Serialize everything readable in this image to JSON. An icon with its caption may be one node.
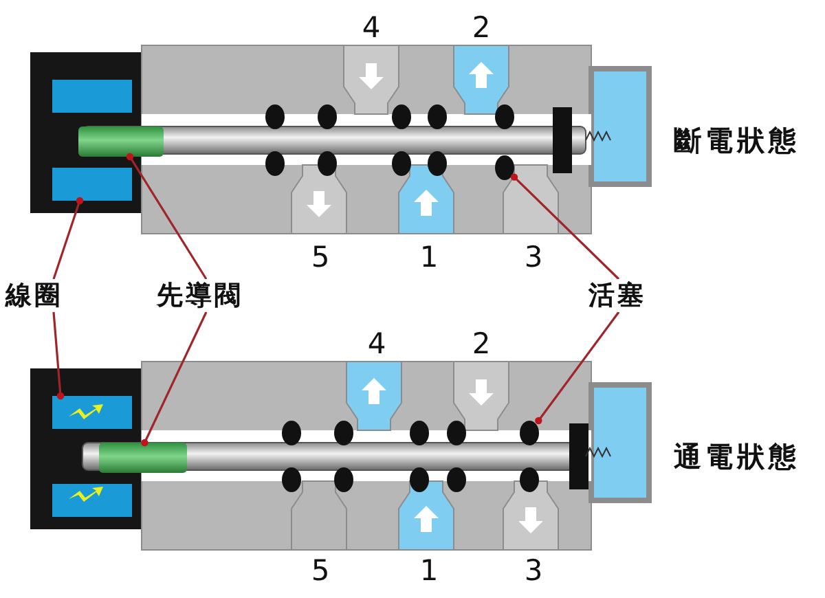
{
  "diagram": {
    "nodes": [
      {
        "text": [
          "線圈"
        ]
      },
      {
        "text": [],
        "shape": "box"
      },
      {
        "text": [],
        "shape": "box"
      },
      {
        "text": [
          "先導閥"
        ]
      },
      {
        "text": [],
        "shape": "cylinder"
      },
      {
        "text": [],
        "shape": "cylinder"
      },
      {
        "text": [
          "活塞"
        ]
      },
      {
        "text": [],
        "shape": "circle"
      },
      {
        "text": [],
        "shape": "circle"
      }
    ],
    "edges": [
      {
        "from": 0,
        "to": 1,
        "arrow": "other"
      },
      {
        "from": 0,
        "to": 2,
        "arrow": "other"
      },
      {
        "from": 3,
        "to": 4,
        "arrow": "other"
      },
      {
        "from": 3,
        "to": 5,
        "arrow": "other"
      },
      {
        "from": 6,
        "to": 7,
        "arrow": "other"
      },
      {
        "from": 6,
        "to": 8,
        "arrow": "other"
      }
    ],
    "labels": [
      "4",
      "2",
      "斷電狀態",
      "5",
      "1",
      "3",
      "4",
      "2",
      "通電狀態",
      "5",
      "1",
      "3"
    ]
  }
}
